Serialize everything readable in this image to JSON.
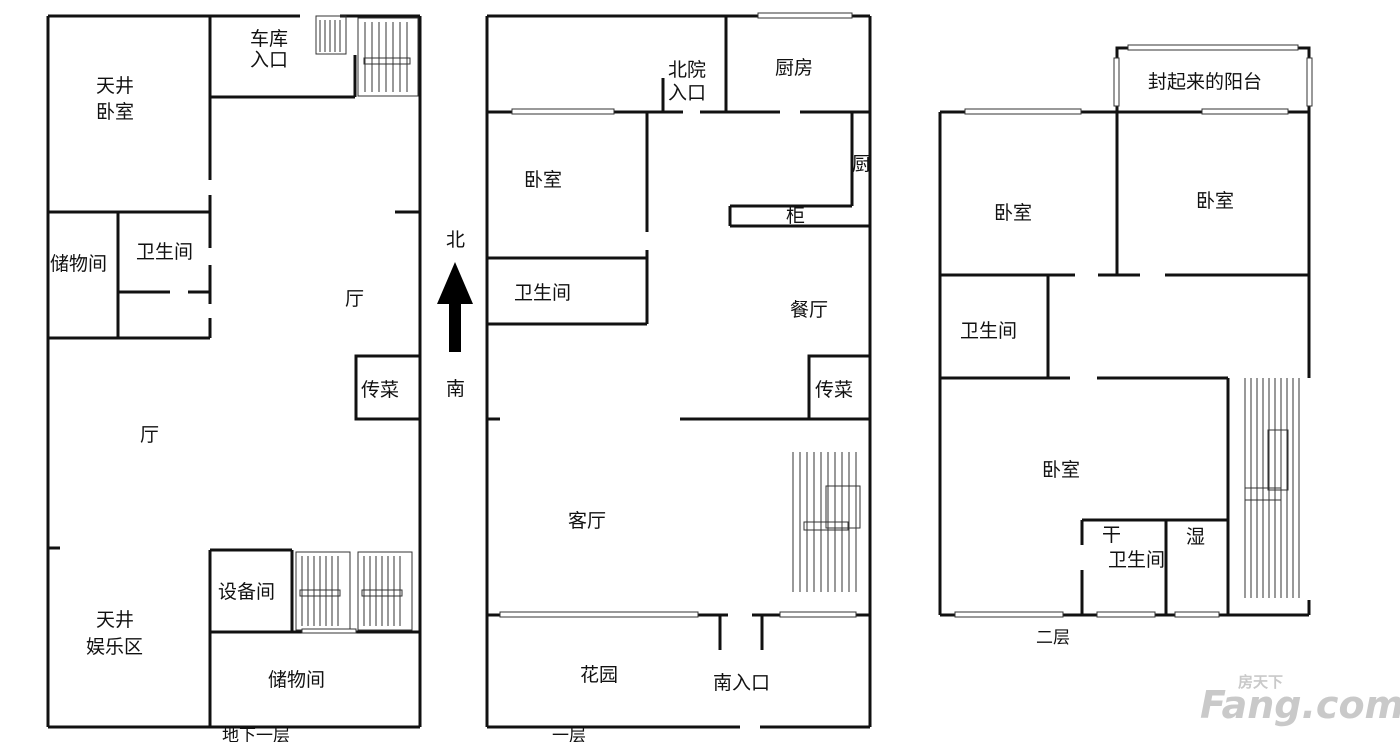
{
  "floors": {
    "basement": {
      "label": "地下一层",
      "rooms": {
        "garage_entry_1": "车库",
        "garage_entry_2": "入口",
        "skylight_bedroom_1": "天井",
        "skylight_bedroom_2": "卧室",
        "storage_left": "储物间",
        "bathroom": "卫生间",
        "hall_right": "厅",
        "serving": "传菜",
        "hall_center": "厅",
        "equipment_room": "设备间",
        "skylight_ent_1": "天井",
        "skylight_ent_2": "娱乐区",
        "storage_bottom": "储物间"
      }
    },
    "first": {
      "label": "一层",
      "rooms": {
        "north_court_1": "北院",
        "north_court_2": "入口",
        "kitchen": "厨房",
        "kitchen_small": "厨",
        "cabinet": "柜",
        "bedroom": "卧室",
        "bathroom": "卫生间",
        "dining": "餐厅",
        "serving": "传菜",
        "living": "客厅",
        "garden": "花园",
        "south_entry": "南入口"
      }
    },
    "second": {
      "label": "二层",
      "rooms": {
        "enclosed_balcony": "封起来的阳台",
        "bedroom_left": "卧室",
        "bedroom_right": "卧室",
        "bathroom_left": "卫生间",
        "bedroom_main": "卧室",
        "dry": "干",
        "wet": "湿",
        "bathroom_main": "卫生间"
      }
    }
  },
  "compass": {
    "north": "北",
    "south": "南"
  },
  "watermark": {
    "brand": "Fang.com",
    "brand_cn": "房天下"
  }
}
